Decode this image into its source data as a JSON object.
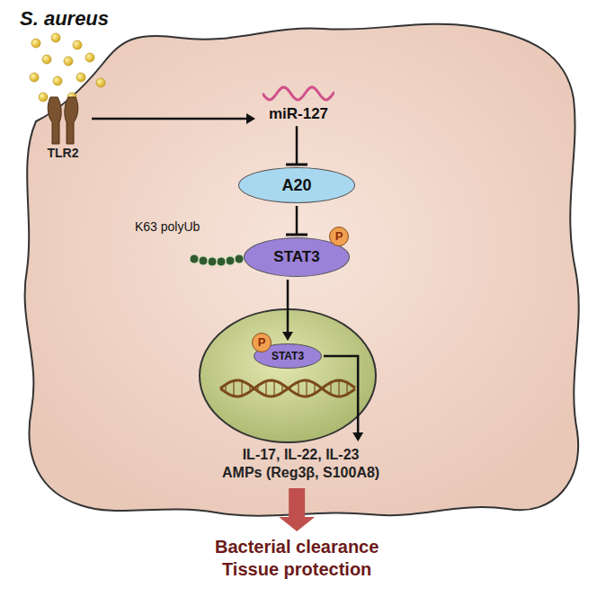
{
  "diagram": {
    "nodes": [
      {
        "text": [
          "TLR2"
        ]
      },
      {
        "text": [
          "miR-127"
        ]
      },
      {
        "text": [
          "A20"
        ]
      },
      {
        "text": [
          "STAT3"
        ]
      },
      {
        "text": [
          "STAT3"
        ]
      },
      {
        "text": [
          "IL-17, IL-22, IL-23",
          "AMPs (Reg3β, S100A8)"
        ]
      },
      {
        "text": [
          "Bacterial clearance",
          "Tissue protection"
        ]
      }
    ],
    "edges": [
      {
        "from": 0,
        "to": 1,
        "arrow": "to"
      },
      {
        "from": 1,
        "to": 2,
        "arrow": "to"
      },
      {
        "from": 2,
        "to": 3,
        "arrow": "to"
      },
      {
        "from": 3,
        "to": 4,
        "arrow": "to"
      },
      {
        "from": 4,
        "to": 5,
        "arrow": "to"
      },
      {
        "from": 5,
        "to": 6,
        "arrow": "to"
      }
    ],
    "labels": [
      "S. aureus",
      "K63 polyUb",
      "P",
      "P"
    ]
  }
}
